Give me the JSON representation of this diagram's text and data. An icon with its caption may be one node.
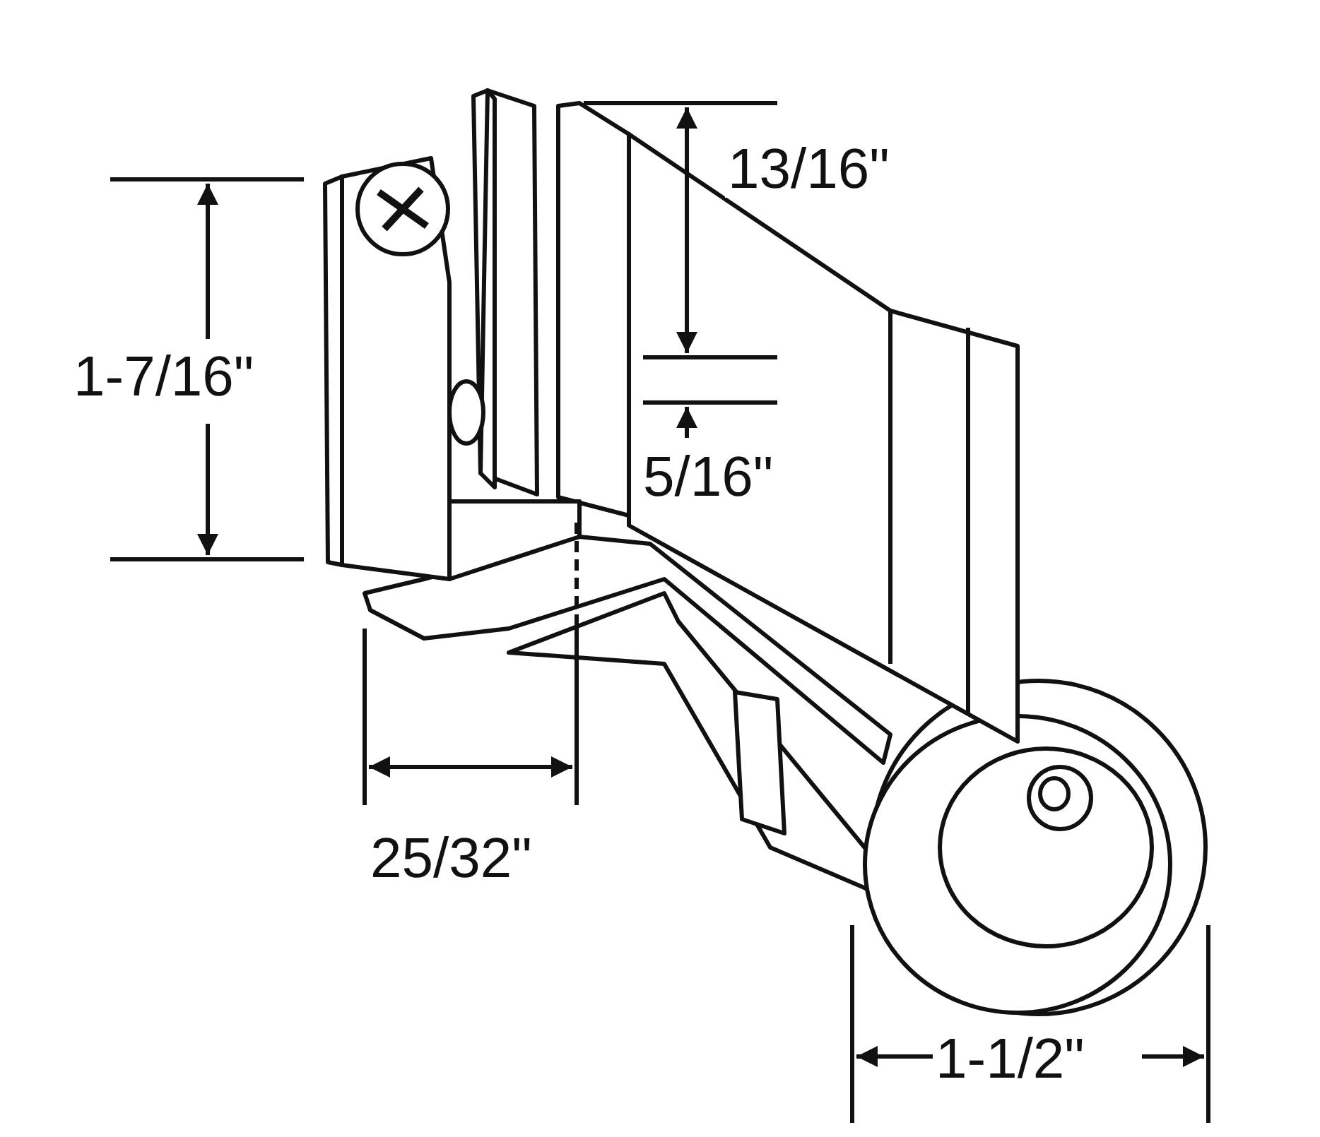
{
  "diagram": {
    "labels": [
      "13/16\"",
      "1-7/16\"",
      "5/16\"",
      "25/32\"",
      "1-1/2\""
    ]
  }
}
